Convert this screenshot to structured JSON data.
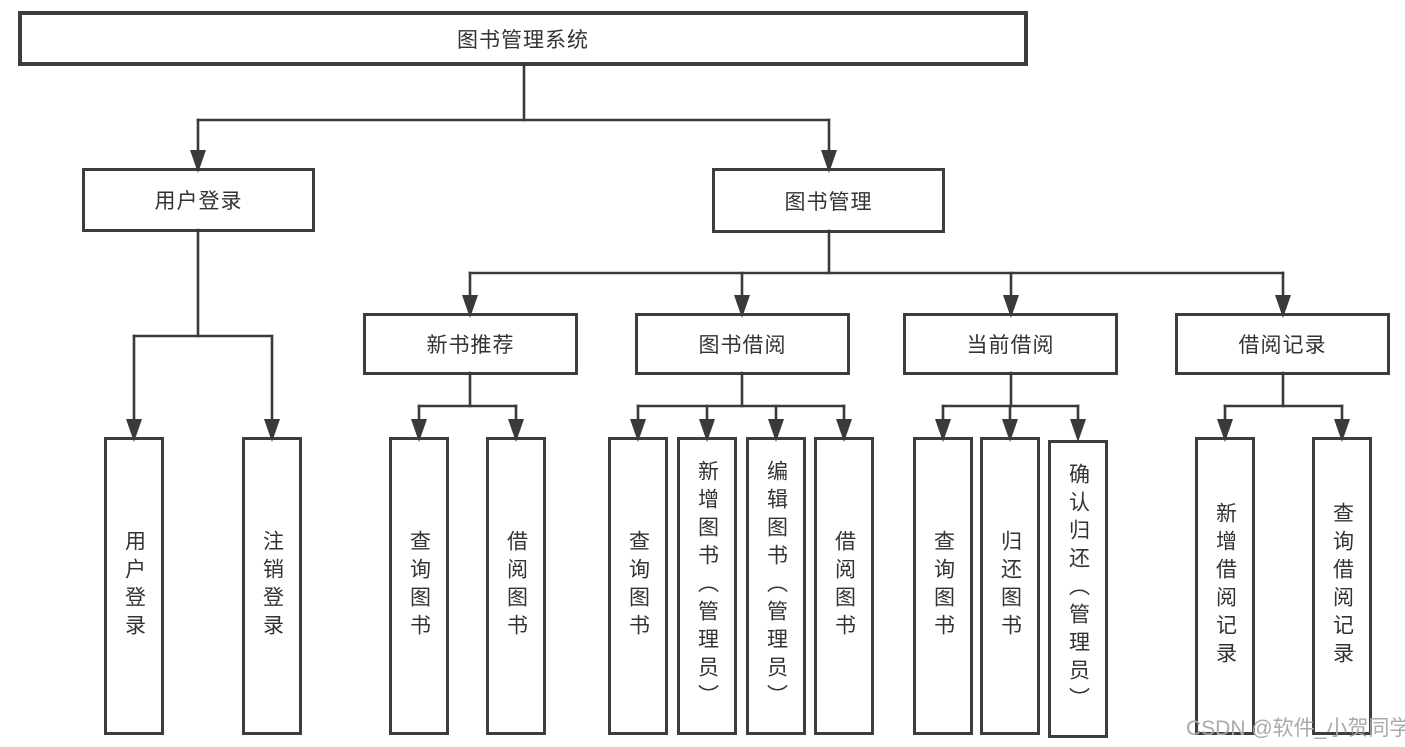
{
  "diagram": {
    "root": {
      "label": "图书管理系统"
    },
    "branches": [
      {
        "label": "用户登录",
        "children": [
          {
            "label": "用户登录"
          },
          {
            "label": "注销登录"
          }
        ]
      },
      {
        "label": "图书管理",
        "children": [
          {
            "label": "新书推荐",
            "children": [
              {
                "label": "查询图书"
              },
              {
                "label": "借阅图书"
              }
            ]
          },
          {
            "label": "图书借阅",
            "children": [
              {
                "label": "查询图书"
              },
              {
                "label": "新增图书（管理员）"
              },
              {
                "label": "编辑图书（管理员）"
              },
              {
                "label": "借阅图书"
              }
            ]
          },
          {
            "label": "当前借阅",
            "children": [
              {
                "label": "查询图书"
              },
              {
                "label": "归还图书"
              },
              {
                "label": "确认归还（管理员）"
              }
            ]
          },
          {
            "label": "借阅记录",
            "children": [
              {
                "label": "新增借阅记录"
              },
              {
                "label": "查询借阅记录"
              }
            ]
          }
        ]
      }
    ]
  },
  "watermark": {
    "text": "CSDN @软件_小贺同学"
  },
  "colors": {
    "line": "#3a3a3a",
    "box_border": "#3d3d3d",
    "text": "#333333",
    "watermark": "#aaaaaa",
    "background": "#ffffff"
  }
}
